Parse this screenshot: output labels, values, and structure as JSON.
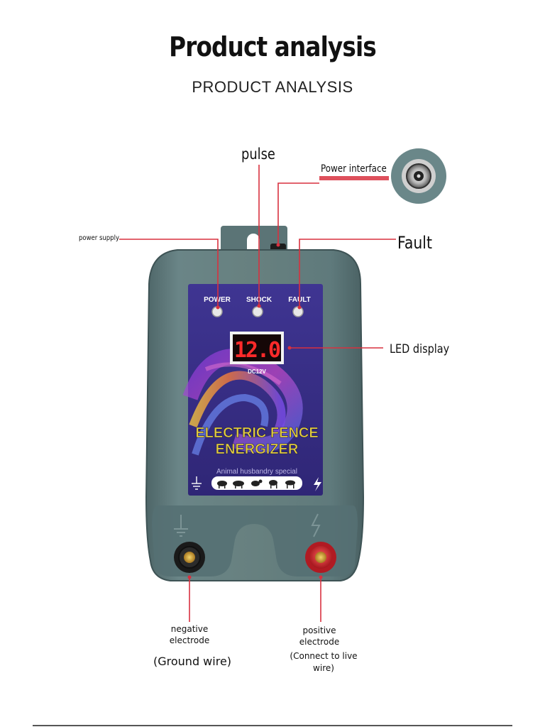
{
  "header": {
    "title": "Product analysis",
    "subtitle": "PRODUCT ANALYSIS"
  },
  "callouts": {
    "pulse": "pulse",
    "power_interface": "Power interface",
    "power_supply": "power supply",
    "fault": "Fault",
    "led_display": "LED display",
    "negative_electrode_line1": "negative",
    "negative_electrode_line2": "electrode",
    "ground_wire": "(Ground wire)",
    "positive_electrode_line1": "positive",
    "positive_electrode_line2": "electrode",
    "live_wire_line1": "(Connect to live",
    "live_wire_line2": "wire)"
  },
  "device": {
    "indicator_power": "POWER",
    "indicator_shock": "SHOCK",
    "indicator_fault": "FAULT",
    "display_value": "12.0",
    "voltage": "DC12V",
    "product_name_line1": "ELECTRIC FENCE",
    "product_name_line2": "ENERGIZER",
    "tagline": "Animal husbandry special"
  },
  "colors": {
    "housing": "#607a7c",
    "panel": "#3a2f86",
    "callout_line": "#d8313f",
    "product_name": "#e3cd3c",
    "led_digits": "#ff2a2a",
    "positive_terminal": "#d4202a",
    "negative_terminal": "#1a1a1a"
  },
  "icons": [
    "ground-symbol-icon",
    "lightning-bolt-icon",
    "livestock-icons"
  ]
}
